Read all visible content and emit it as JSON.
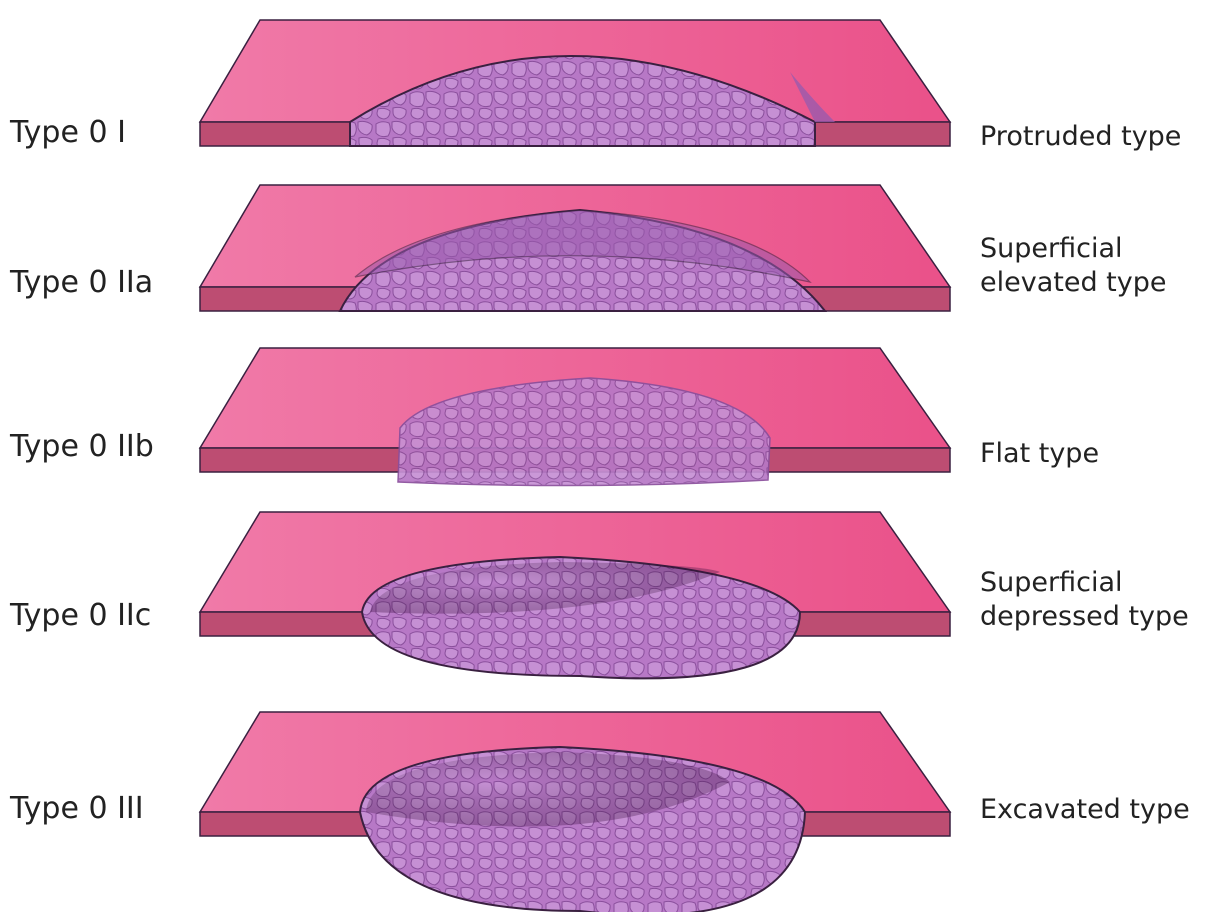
{
  "colors": {
    "mucosa_top": "#ec5e93",
    "mucosa_top_light": "#f07aa8",
    "mucosa_side": "#bd4d72",
    "lesion": "#b778c6",
    "lesion_dark": "#9a5aad",
    "lesion_cell": "#c690d4",
    "outline": "#3a2040"
  },
  "diagram": {
    "rows": [
      {
        "type_label": "Type 0 I",
        "desc_lines": [
          "Protruded type"
        ],
        "shape": "protruded"
      },
      {
        "type_label": "Type 0 IIa",
        "desc_lines": [
          "Superficial",
          "elevated type"
        ],
        "shape": "elevated"
      },
      {
        "type_label": "Type 0 IIb",
        "desc_lines": [
          "Flat type"
        ],
        "shape": "flat"
      },
      {
        "type_label": "Type 0 IIc",
        "desc_lines": [
          "Superficial",
          "depressed type"
        ],
        "shape": "depressed"
      },
      {
        "type_label": "Type 0 III",
        "desc_lines": [
          "Excavated type"
        ],
        "shape": "excavated"
      }
    ]
  }
}
